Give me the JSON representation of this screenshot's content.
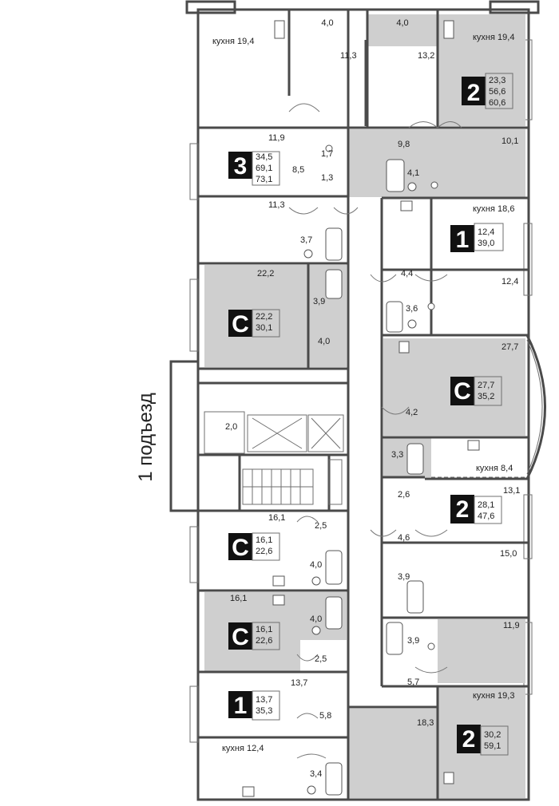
{
  "entrance_label": "1 подъезд",
  "apartments": [
    {
      "id": "apt-3-left",
      "rooms": "3",
      "areas": [
        "34,5",
        "69,1",
        "73,1"
      ]
    },
    {
      "id": "apt-2-top-right",
      "rooms": "2",
      "areas": [
        "23,3",
        "56,6",
        "60,6"
      ]
    },
    {
      "id": "apt-1-right",
      "rooms": "1",
      "areas": [
        "12,4",
        "39,0"
      ]
    },
    {
      "id": "apt-c-left-1",
      "rooms": "С",
      "areas": [
        "22,2",
        "30,1"
      ]
    },
    {
      "id": "apt-c-right",
      "rooms": "С",
      "areas": [
        "27,7",
        "35,2"
      ]
    },
    {
      "id": "apt-2-mid-right",
      "rooms": "2",
      "areas": [
        "28,1",
        "47,6"
      ]
    },
    {
      "id": "apt-c-left-2",
      "rooms": "С",
      "areas": [
        "16,1",
        "22,6"
      ]
    },
    {
      "id": "apt-c-left-3",
      "rooms": "С",
      "areas": [
        "16,1",
        "22,6"
      ]
    },
    {
      "id": "apt-1-left-bottom",
      "rooms": "1",
      "areas": [
        "13,7",
        "35,3"
      ]
    },
    {
      "id": "apt-2-bottom-right",
      "rooms": "2",
      "areas": [
        "30,2",
        "59,1"
      ]
    }
  ],
  "room_labels": {
    "l01": "кухня 19,4",
    "l02": "4,0",
    "l03": "4,0",
    "l04": "кухня 19,4",
    "l05": "11,3",
    "l06": "13,2",
    "l07": "11,9",
    "l08": "1,7",
    "l09": "9,8",
    "l10": "10,1",
    "l11": "8,5",
    "l12": "1,3",
    "l13": "4,1",
    "l14": "11,3",
    "l15": "кухня 18,6",
    "l16": "3,7",
    "l17": "22,2",
    "l18": "4,4",
    "l19": "12,4",
    "l20": "3,9",
    "l21": "3,6",
    "l22": "4,0",
    "l23": "27,7",
    "l24": "2,0",
    "l25": "4,2",
    "l26": "3,3",
    "l27": "кухня 8,4",
    "l28": "2,6",
    "l29": "13,1",
    "l30": "16,1",
    "l31": "2,5",
    "l32": "4,6",
    "l33": "15,0",
    "l34": "4,0",
    "l35": "3,9",
    "l36": "16,1",
    "l37": "4,0",
    "l38": "3,9",
    "l39": "11,9",
    "l40": "2,5",
    "l41": "13,7",
    "l42": "5,7",
    "l43": "кухня 19,3",
    "l44": "5,8",
    "l45": "18,3",
    "l46": "кухня 12,4",
    "l47": "3,4"
  }
}
